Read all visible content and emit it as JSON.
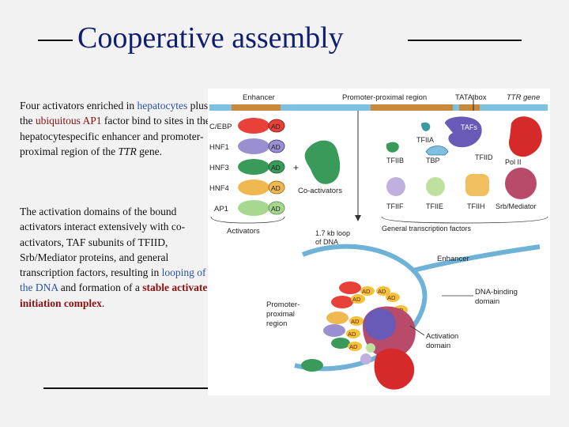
{
  "slide": {
    "title": "Cooperative assembly",
    "paragraph1": {
      "t1": "Four activators enriched in ",
      "t2": "hepatocytes",
      "t3": " plus the ",
      "t4": "ubiquitous AP1",
      "t5": " factor bind to sites in the hepatocytespecific enhancer and promoter-proximal region of the ",
      "t6": "TTR",
      "t7": " gene."
    },
    "paragraph2": {
      "t1": "The activation domains of the bound activators interact extensively with co-activators, TAF subunits of TFIID, Srb/Mediator proteins, and general transcription factors, resulting in ",
      "t2": "looping of the DNA",
      "t3": " and formation of a ",
      "t4": "stable activated initiation complex",
      "t5": "."
    }
  },
  "figure": {
    "top_labels": {
      "enhancer": "Enhancer",
      "promoter": "Promoter-proximal region",
      "tata": "TATA box",
      "gene": "TTR gene"
    },
    "activators": [
      "C/EBP",
      "HNF1",
      "HNF3",
      "HNF4",
      "AP1"
    ],
    "ad": "AD",
    "activators_label": "Activators",
    "plus": "+",
    "coactivators_label": "Co-activators",
    "gtf_labels": {
      "tfiia": "TFIIA",
      "tafs": "TAFs",
      "tfiib": "TFIIB",
      "tbp": "TBP",
      "tfiid": "TFIID",
      "polii": "Pol II",
      "tfiif": "TFIIF",
      "tfiie": "TFIIE",
      "tfiih": "TFIIH",
      "srb": "Srb/Mediator"
    },
    "gtf_section_label": "General transcription factors",
    "loop_label_1": "1.7 kb loop",
    "loop_label_2": "of DNA",
    "lower_labels": {
      "enhancer": "Enhancer",
      "promoter1": "Promoter-",
      "promoter2": "proximal",
      "promoter3": "region",
      "dbd1": "DNA-binding",
      "dbd2": "domain",
      "act1": "Activation",
      "act2": "domain"
    },
    "colors": {
      "cebp": "#e8413a",
      "hnf1": "#9a8fd0",
      "hnf3": "#3a9a5a",
      "hnf4": "#f0b850",
      "ap1": "#a8d890",
      "ad": "#f2c23a",
      "dna": "#6fb2d8",
      "tfiid": "#6a5ab8",
      "polii": "#d62a2a",
      "srb": "#b84a6a"
    }
  }
}
